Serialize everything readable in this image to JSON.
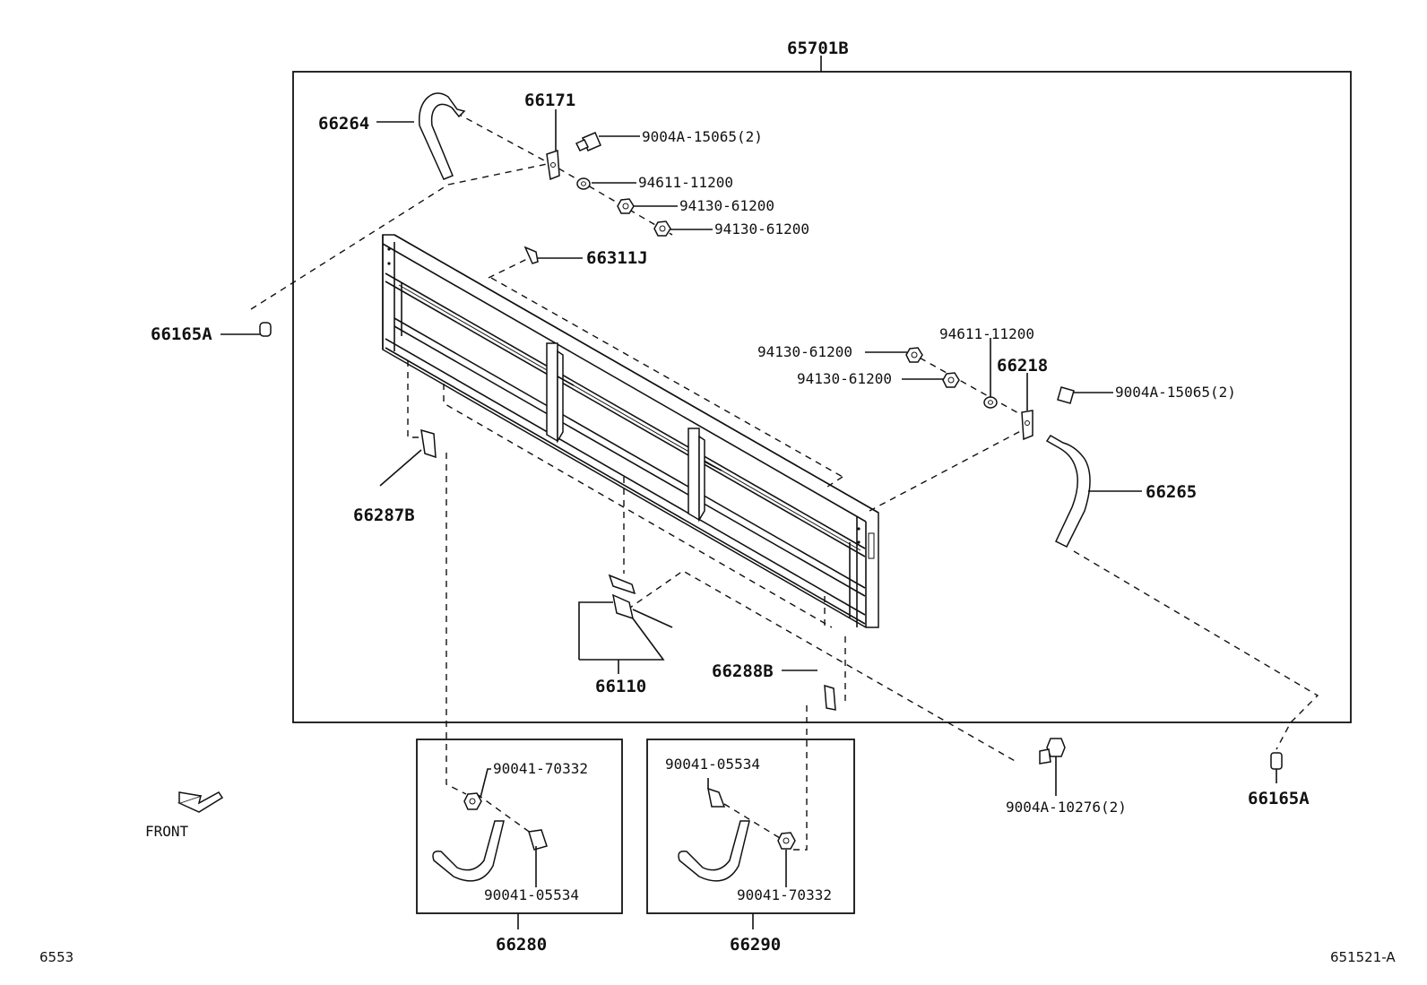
{
  "diagram": {
    "labels": {
      "assembly": "65701B",
      "hose_left": "66264",
      "bracket_left": "66171",
      "bolt_left": "9004A-15065(2)",
      "washer_left": "94611-11200",
      "nut_left_1": "94130-61200",
      "nut_left_2": "94130-61200",
      "pin": "66311J",
      "plug_left": "66165A",
      "nut_right_1": "94130-61200",
      "nut_right_2": "94130-61200",
      "washer_right": "94611-11200",
      "bracket_right": "66218",
      "bolt_right": "9004A-15065(2)",
      "hose_right": "66265",
      "clip_left": "66287B",
      "hinge": "66110",
      "clip_right": "66288B",
      "bolt_bottom": "9004A-10276(2)",
      "plug_right": "66165A",
      "kit_left_nut": "90041-70332",
      "kit_left_bolt": "90041-05534",
      "kit_left": "66280",
      "kit_right_bolt": "90041-05534",
      "kit_right_nut": "90041-70332",
      "kit_right": "66290",
      "front": "FRONT"
    },
    "footer": {
      "left_code": "6553",
      "right_code": "651521-A"
    }
  }
}
